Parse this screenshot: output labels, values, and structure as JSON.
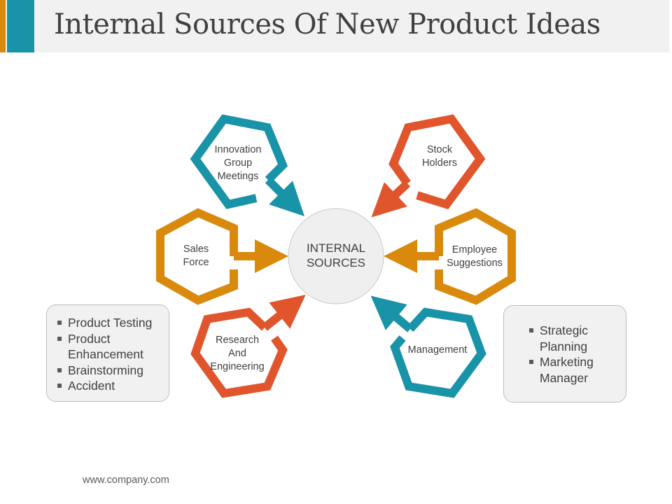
{
  "header": {
    "title": "Internal Sources Of New Product Ideas",
    "accent_colors": [
      "#d98a0d",
      "#1893a8"
    ]
  },
  "diagram": {
    "center": {
      "label_line1": "INTERNAL",
      "label_line2": "SOURCES"
    },
    "colors": {
      "teal": "#1893a8",
      "orange_red": "#e0552b",
      "gold": "#d98a0d",
      "center_fill": "#efefef"
    },
    "nodes": [
      {
        "id": "innovation",
        "lines": [
          "Innovation",
          "Group",
          "Meetings"
        ],
        "color": "teal",
        "position": "top-left"
      },
      {
        "id": "stock",
        "lines": [
          "Stock",
          "Holders"
        ],
        "color": "orange_red",
        "position": "top-right"
      },
      {
        "id": "sales",
        "lines": [
          "Sales",
          "Force"
        ],
        "color": "gold",
        "position": "middle-left"
      },
      {
        "id": "employee",
        "lines": [
          "Employee",
          "Suggestions"
        ],
        "color": "gold",
        "position": "middle-right"
      },
      {
        "id": "research",
        "lines": [
          "Research",
          "And",
          "Engineering"
        ],
        "color": "orange_red",
        "position": "bottom-left"
      },
      {
        "id": "management",
        "lines": [
          "Management"
        ],
        "color": "teal",
        "position": "bottom-right"
      }
    ]
  },
  "left_box": {
    "items": [
      "Product Testing",
      "Product Enhancement",
      "Brainstorming",
      "Accident"
    ]
  },
  "right_box": {
    "items": [
      "Strategic Planning",
      "Marketing Manager"
    ]
  },
  "footer": {
    "url": "www.company.com"
  }
}
